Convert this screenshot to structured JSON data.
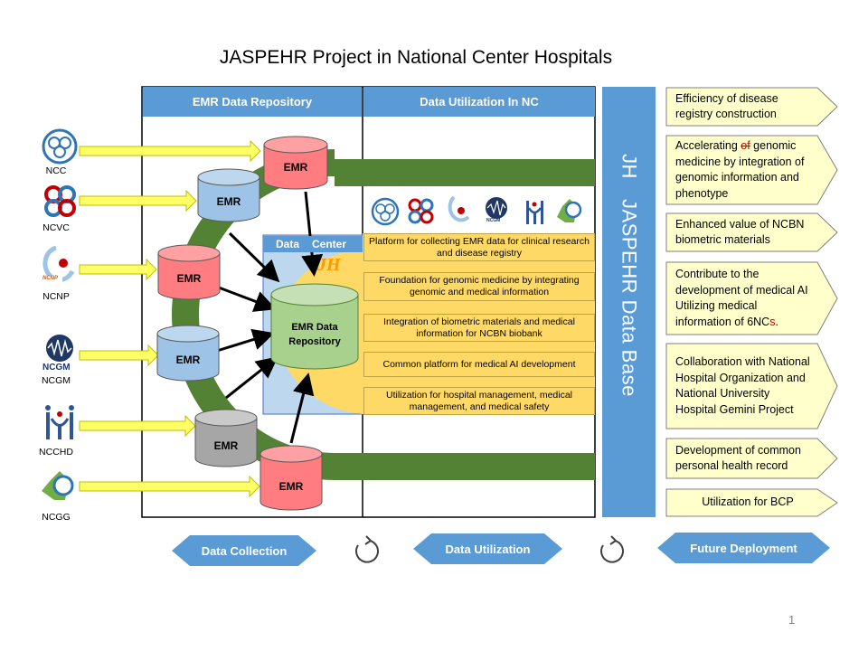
{
  "title": "JASPEHR Project in National Center Hospitals",
  "columns": {
    "emr_repository": "EMR Data Repository",
    "data_utilization": "Data Utilization In NC"
  },
  "data_center": {
    "label_left": "Data",
    "label_right": "Center",
    "jh_logo": "JH",
    "repository": "EMR Data Repository"
  },
  "institutions": [
    {
      "name": "NCC",
      "icon": "ncc-logo-icon"
    },
    {
      "name": "NCVC",
      "icon": "ncvc-logo-icon"
    },
    {
      "name": "NCNP",
      "icon": "ncnp-logo-icon",
      "logo_text": "NCNP"
    },
    {
      "name": "NCGM",
      "icon": "ncgm-logo-icon",
      "logo_text": "NCGM"
    },
    {
      "name": "NCCHD",
      "icon": "ncchd-logo-icon"
    },
    {
      "name": "NCGG",
      "icon": "ncgg-logo-icon"
    }
  ],
  "emr_label": "EMR",
  "utilizations": [
    "Platform for collecting EMR data for clinical research and disease registry",
    "Foundation for genomic medicine by integrating genomic and medical information",
    "Integration of biometric materials and medical information for NCBN biobank",
    "Common platform for medical AI development",
    "Utilization for hospital management, medical management, and medical safety"
  ],
  "jh_database": {
    "prefix": "JH",
    "name": "JASPEHR Data Base"
  },
  "benefits": {
    "b1": "Efficiency of disease registry construction",
    "b2_pre": "Accelerating ",
    "b2_strike": "of",
    "b2_post": " genomic medicine by integration of genomic information and phenotype",
    "b3": "Enhanced value of NCBN biometric materials",
    "b4_pre": "Contribute to the development of medical AI Utilizing medical information of 6NC",
    "b4_s": "s",
    "b4_dot": ".",
    "b5": "Collaboration with National Hospital Organization and National University Hospital Gemini Project",
    "b6": "Development of common personal health record",
    "b7": "Utilization for BCP"
  },
  "phases": [
    "Data Collection",
    "Data Utilization",
    "Future Deployment"
  ],
  "page_number": "1",
  "colors": {
    "blue": "#5b9bd5",
    "green": "#548235",
    "yellow_arrow": "#ffff66",
    "benefit_box": "#ffffcc",
    "emr_red": "#ff7c80",
    "emr_blue": "#9dc3e6",
    "emr_gray": "#a6a6a6",
    "repo_green": "#a9d18e",
    "data_center": "#ffd966"
  }
}
